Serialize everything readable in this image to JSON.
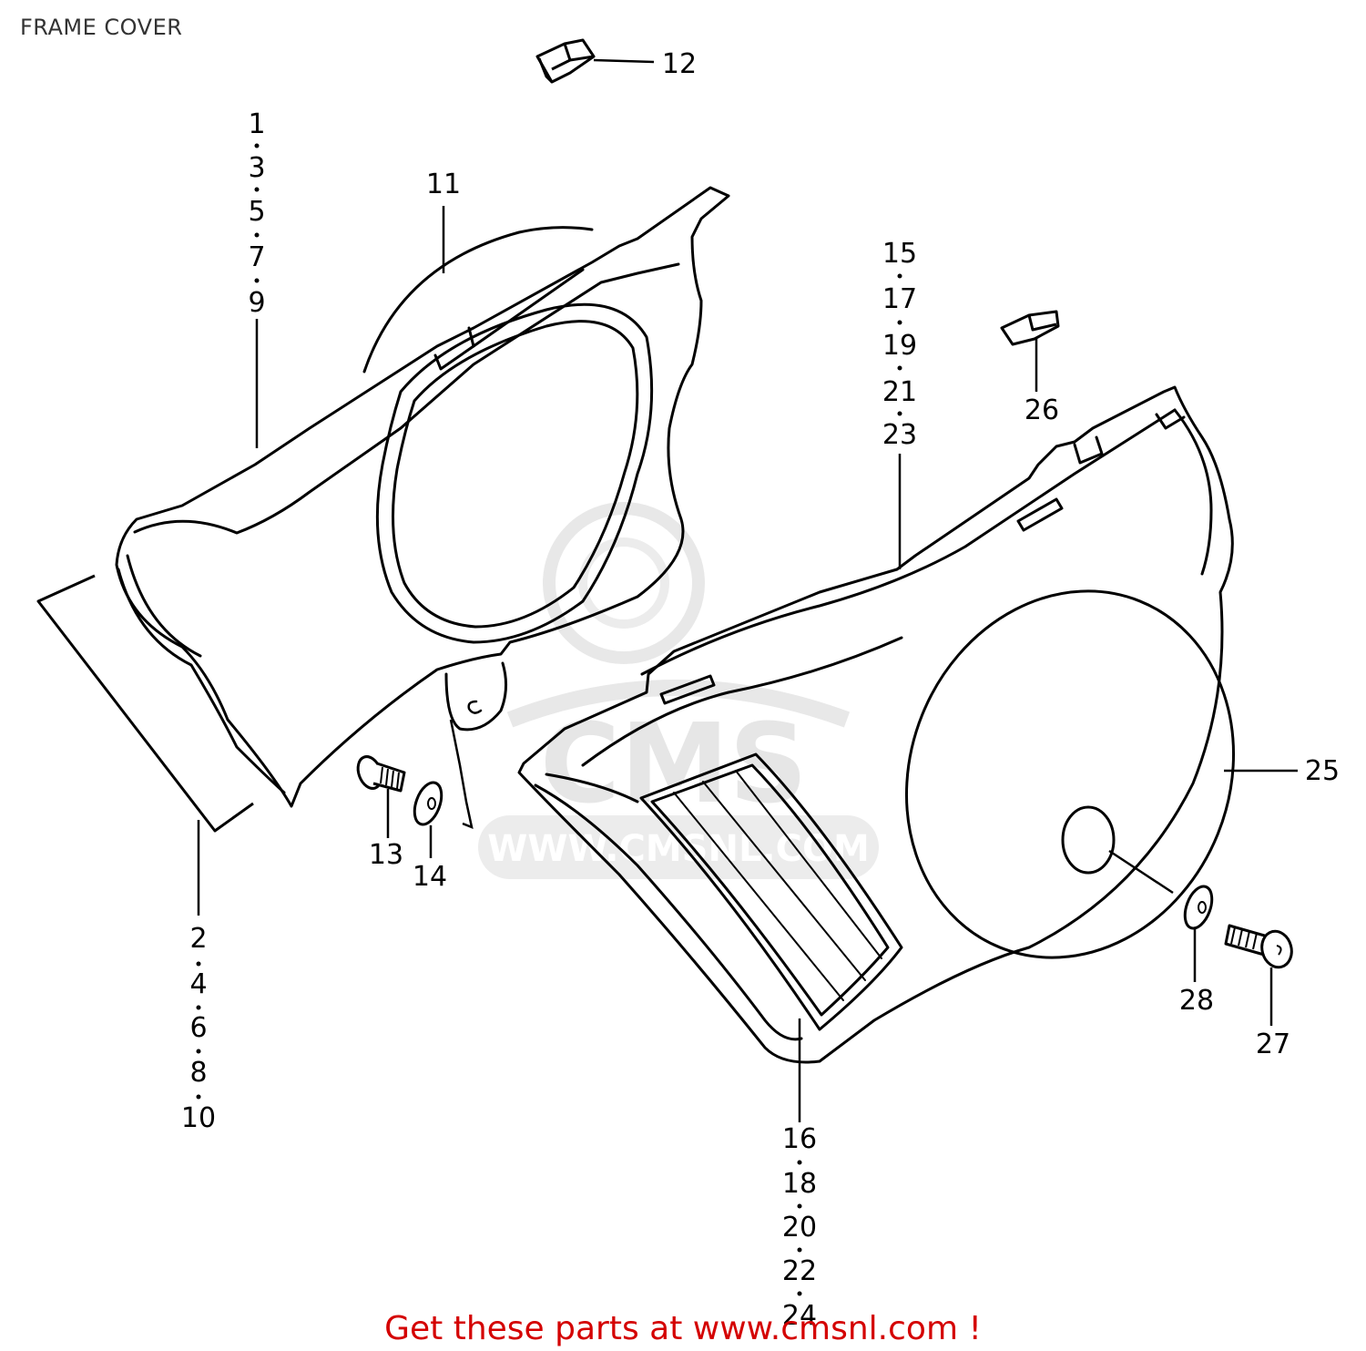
{
  "page": {
    "title": "FRAME COVER",
    "footer": "Get these parts at www.cmsnl.com !"
  },
  "watermark": {
    "brand": "CMS",
    "url": "WWW.CMSNL.COM"
  },
  "callouts": {
    "left_cover_top": [
      "1",
      "3",
      "5",
      "7",
      "9"
    ],
    "left_cover_bottom": [
      "2",
      "4",
      "6",
      "8",
      "10"
    ],
    "right_cover_top": [
      "15",
      "17",
      "19",
      "21",
      "23"
    ],
    "right_cover_bottom": [
      "16",
      "18",
      "20",
      "22",
      "24"
    ],
    "p11": "11",
    "p12": "12",
    "p13": "13",
    "p14": "14",
    "p25": "25",
    "p26": "26",
    "p27": "27",
    "p28": "28"
  },
  "colors": {
    "line": "#000000",
    "footer": "#d40000",
    "watermark": "#e6e6e6",
    "title": "#333333"
  }
}
